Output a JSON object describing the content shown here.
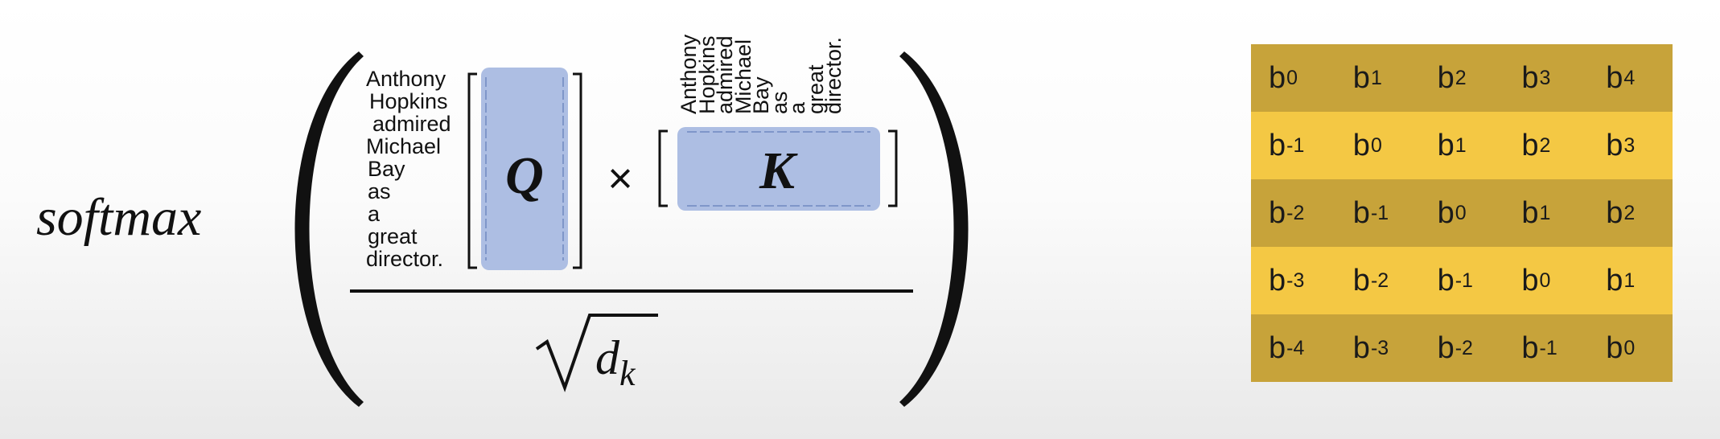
{
  "formula": {
    "function_name": "softmax",
    "query_symbol": "Q",
    "times_symbol": "×",
    "key_symbol": "K",
    "denominator_base": "d",
    "denominator_subscript": "k",
    "tokens": [
      "Anthony",
      "Hopkins",
      "admired",
      "Michael",
      "Bay",
      "as",
      "a",
      "great",
      "director."
    ]
  },
  "bias_matrix": {
    "symbol": "b",
    "rows": [
      [
        "0",
        "1",
        "2",
        "3",
        "4"
      ],
      [
        "-1",
        "0",
        "1",
        "2",
        "3"
      ],
      [
        "-2",
        "-1",
        "0",
        "1",
        "2"
      ],
      [
        "-3",
        "-2",
        "-1",
        "0",
        "1"
      ],
      [
        "-4",
        "-3",
        "-2",
        "-1",
        "0"
      ]
    ],
    "colors": {
      "dark_row": "#c7a33a",
      "light_row": "#f4c844"
    }
  },
  "colors": {
    "matrix_fill": "#adbee3",
    "matrix_dash": "#7f96c9",
    "ink": "#111111"
  }
}
